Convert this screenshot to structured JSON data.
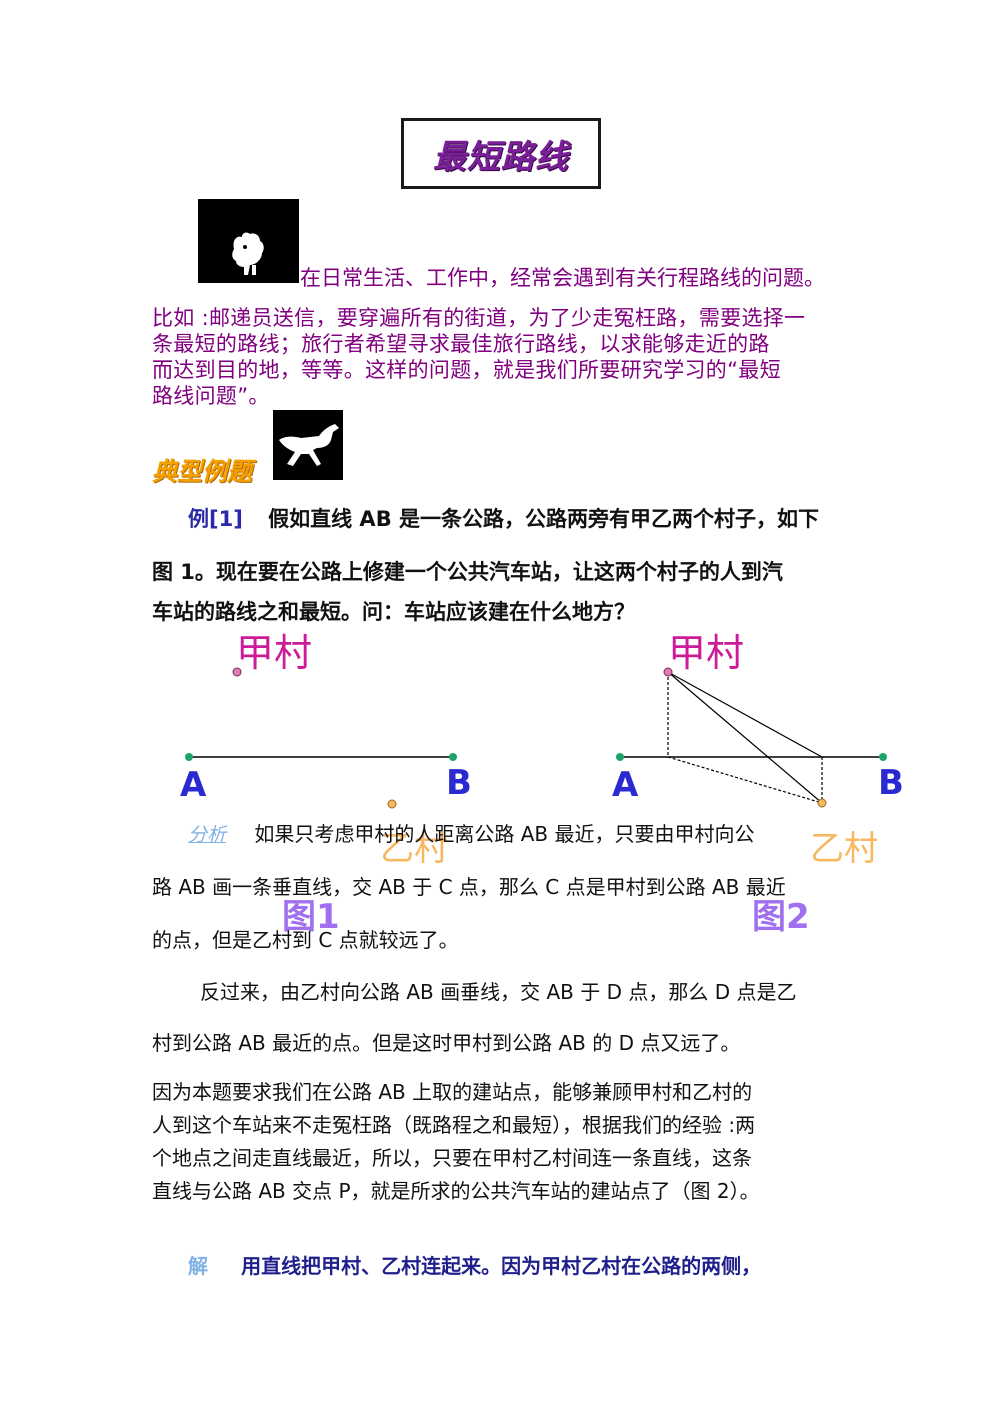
{
  "title": "最短路线",
  "intro": {
    "line1": "在日常生活、工作中，经常会遇到有关行程路线的问题。",
    "para": [
      "比如 :邮递员送信，要穿遍所有的街道，为了少走冤枉路，需要选择一",
      "条最短的路线；旅行者希望寻求最佳旅行路线，以求能够走近的路",
      "而达到目的地，等等。这样的问题，就是我们所要研究学习的“最短",
      "路线问题”。"
    ]
  },
  "section_heading": "典型例题",
  "example": {
    "label": "例[1]",
    "line1": "假如直线 AB 是一条公路，公路两旁有甲乙两个村子，如下",
    "line2": "图 1。现在要在公路上修建一个公共汽车站，让这两个村子的人到汽",
    "line3": "车站的路线之和最短。问：车站应该建在什么地方？"
  },
  "figure": {
    "village_a": "甲村",
    "village_b": "乙村",
    "point_a": "A",
    "point_b": "B",
    "fig1_label": "图1",
    "fig2_label": "图2",
    "colors": {
      "village_a": "#cc1a99",
      "village_b": "#f7b860",
      "points": "#2a2ad0",
      "fig_label": "#a070f0",
      "dot_green": "#1aa36b"
    }
  },
  "analysis": {
    "label": "分析",
    "line1": "如果只考虑甲村的人距离公路 AB 最近，只要由甲村向公",
    "line2": "路 AB 画一条垂直线，交 AB 于 C 点，那么 C 点是甲村到公路 AB 最近",
    "line3": "的点，但是乙村到 C 点就较远了。",
    "para2_line1": "反过来，由乙村向公路 AB 画垂线，交 AB 于 D 点，那么 D 点是乙",
    "para2_line2": "村到公路 AB 最近的点。但是这时甲村到公路 AB 的 D 点又远了。",
    "para3": [
      "因为本题要求我们在公路 AB 上取的建站点，能够兼顾甲村和乙村的",
      "人到这个车站来不走冤枉路（既路程之和最短），根据我们的经验 :两",
      "个地点之间走直线最近，所以，只要在甲村乙村间连一条直线，这条",
      "直线与公路 AB 交点 P，就是所求的公共汽车站的建站点了（图 2）。"
    ]
  },
  "solution": {
    "label": "解",
    "text": "用直线把甲村、乙村连起来。因为甲村乙村在公路的两侧，"
  }
}
